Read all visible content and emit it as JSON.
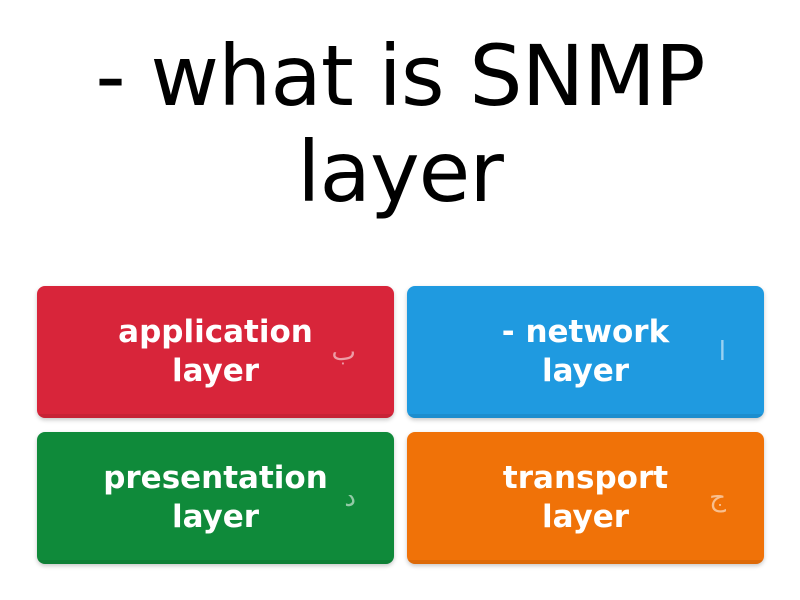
{
  "question": {
    "text": "- what is SNMP layer"
  },
  "answers": [
    {
      "label": "application layer",
      "key": "ب",
      "color": "#d8253a"
    },
    {
      "label": "- network layer",
      "key": "ا",
      "color": "#1f9ae0"
    },
    {
      "label": "presentation layer",
      "key": "د",
      "color": "#0f8a3a"
    },
    {
      "label": "transport layer",
      "key": "ج",
      "color": "#f07208"
    }
  ]
}
